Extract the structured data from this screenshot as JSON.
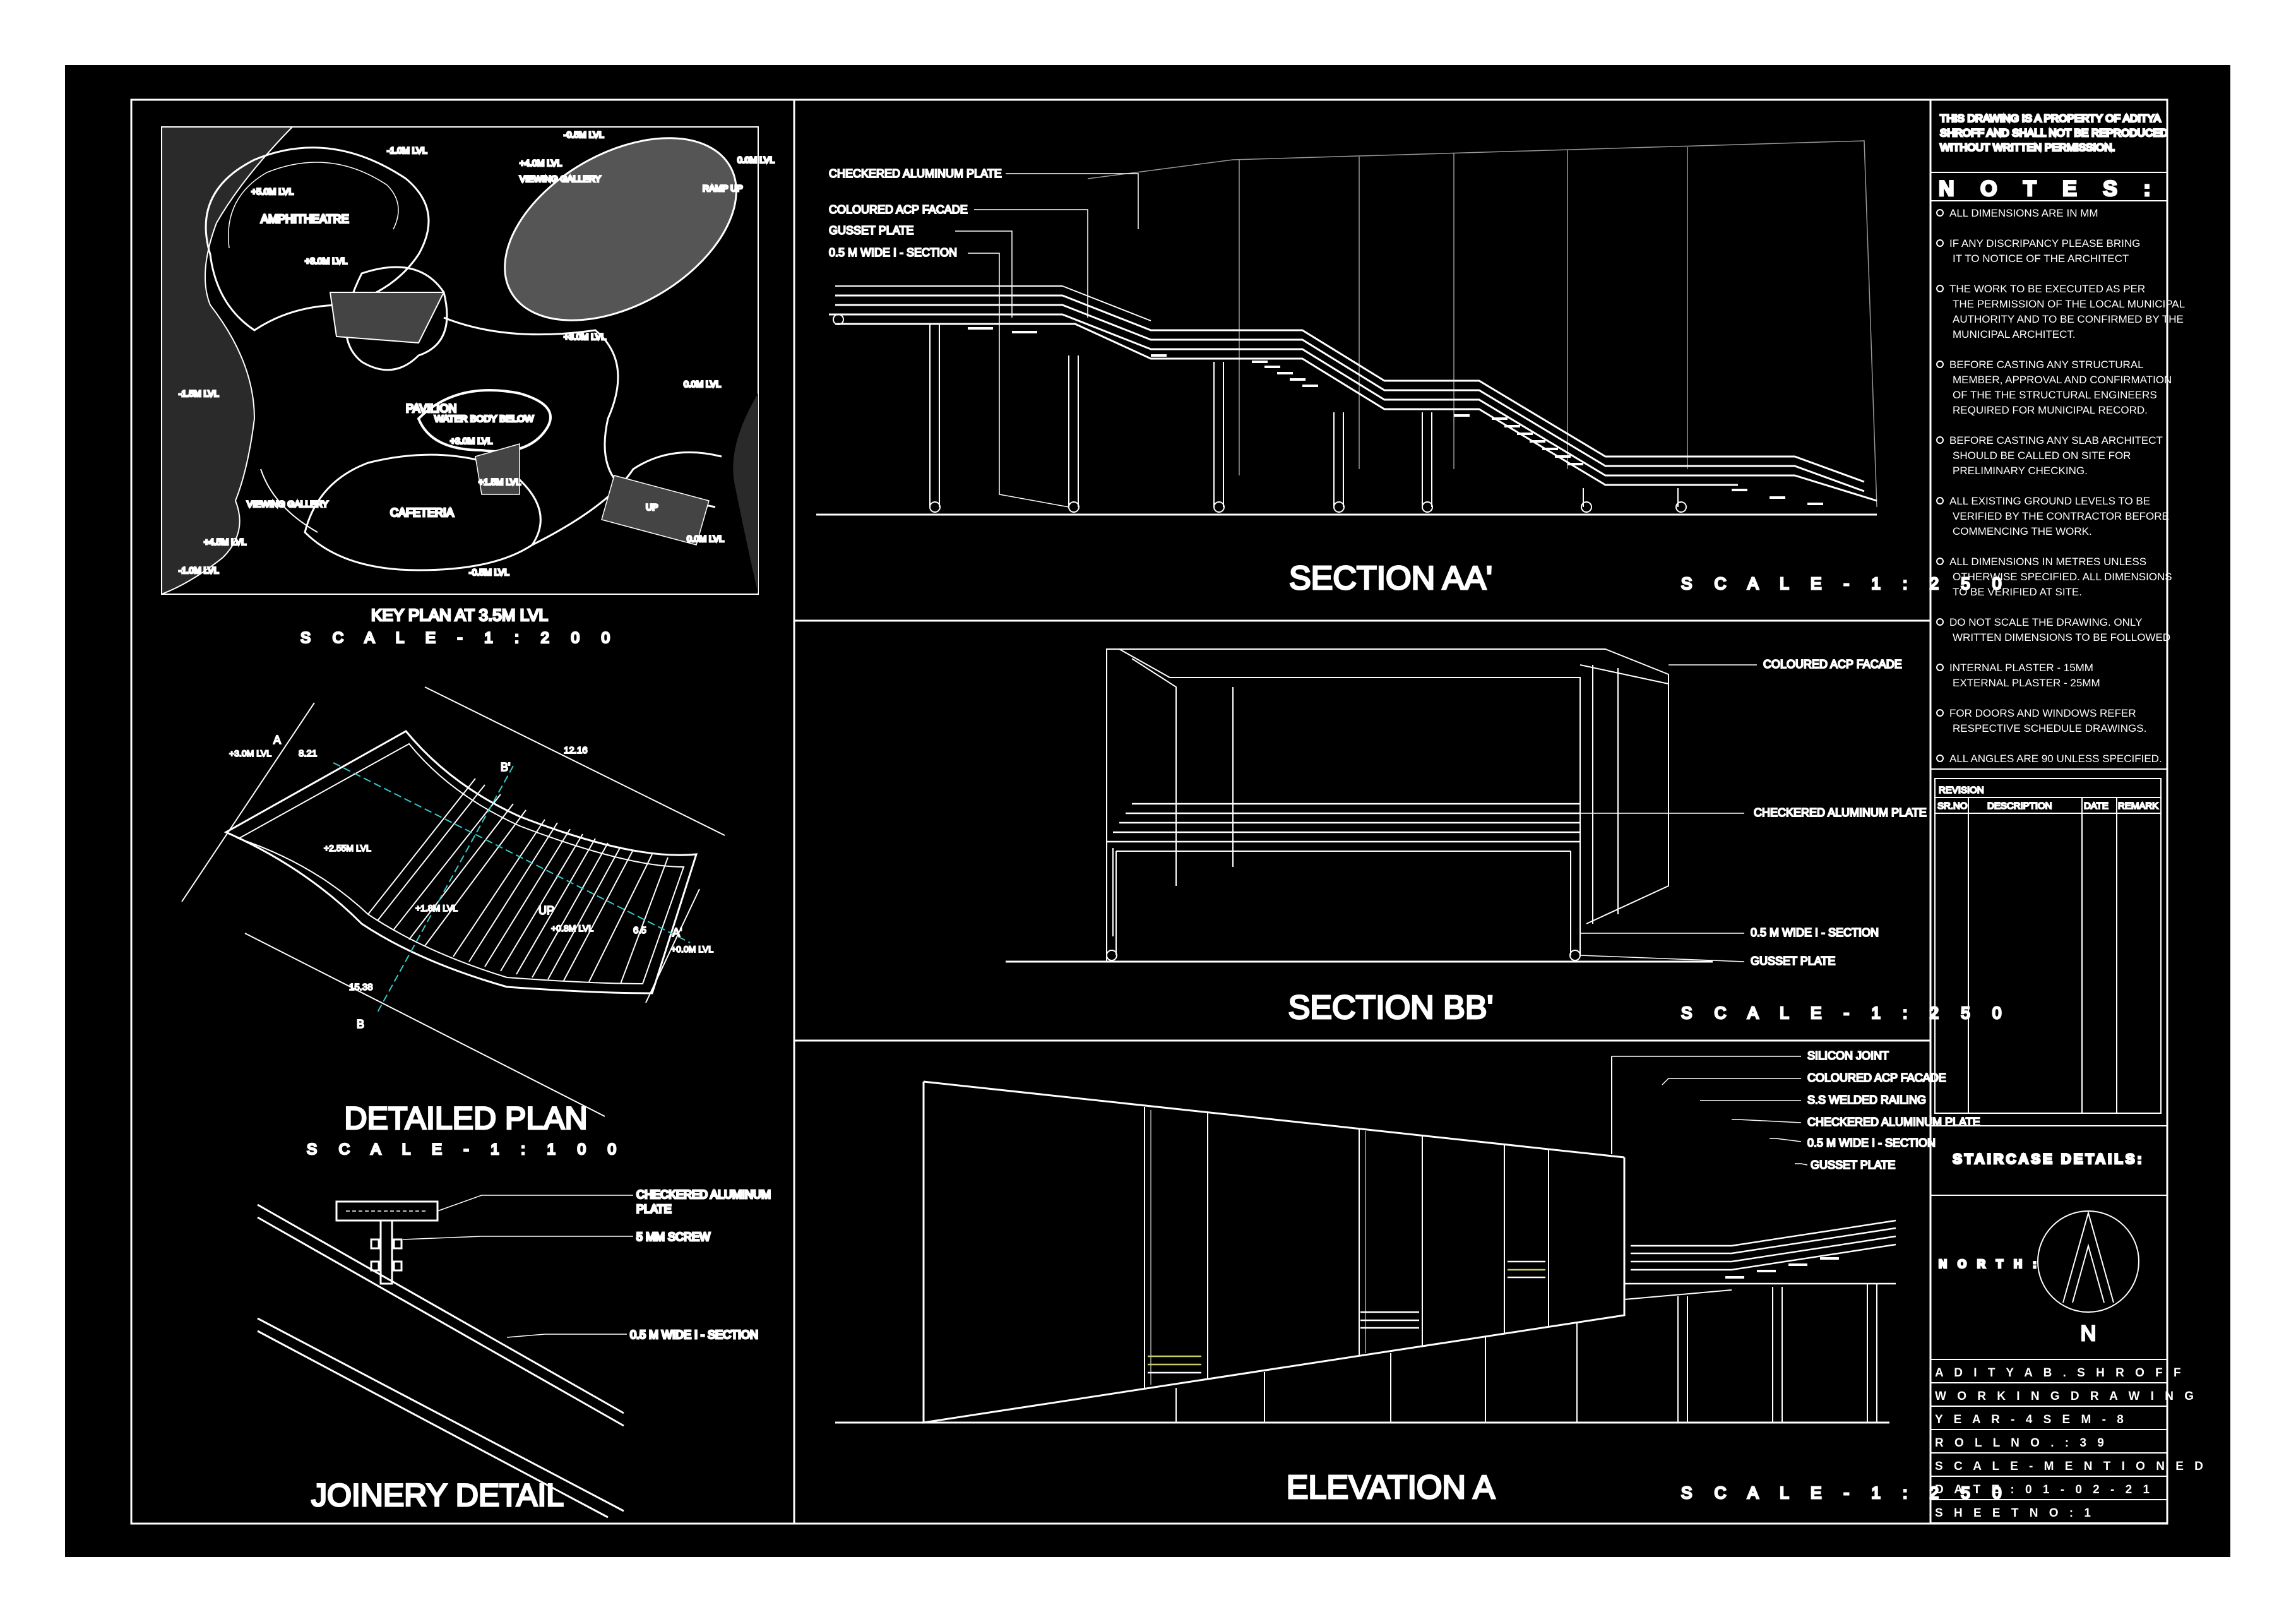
{
  "key_plan": {
    "title": "KEY PLAN AT 3.5M LVL",
    "scale": "S C A L E  -  1 : 2 0 0",
    "spaces": {
      "amphitheatre": "AMPHITHEATRE",
      "pavilion": "PAVILION",
      "cafeteria": "CAFETERIA",
      "water_body": "WATER BODY BELOW",
      "viewing_gallery_top": "VIEWING GALLERY",
      "viewing_gallery_left": "VIEWING GALLERY",
      "ramp": "RAMP UP",
      "up": "UP"
    },
    "levels": {
      "l1": "-1.0M LVL",
      "l2": "-0.5M LVL",
      "l3": "+4.0M LVL",
      "l4": "0.0M LVL",
      "l5": "+5.0M LVL",
      "l6": "+3.0M LVL",
      "l7": "+3.0M LVL",
      "l8": "-1.5M LVL",
      "l9": "0.0M LVL",
      "l10": "+3.0M LVL",
      "l11": "+1.5M LVL",
      "l12": "+4.5M LVL",
      "l13": "-1.0M LVL",
      "l14": "-0.5M LVL",
      "l15": "0.0M LVL"
    }
  },
  "detailed_plan": {
    "title": "DETAILED PLAN",
    "scale": "S C A L E  -  1 : 1 0 0",
    "levels": {
      "a": "+3.0M LVL",
      "b": "+2.55M LVL",
      "c": "+1.8M LVL",
      "d": "+0.8M LVL",
      "e": "+0.0M LVL"
    },
    "dims": {
      "d1": "8.21",
      "d2": "12.16",
      "d3": "15.38",
      "d4": "6.5"
    },
    "markers": {
      "a": "A",
      "a2": "A'",
      "b": "B",
      "b2": "B'"
    },
    "up": "UP"
  },
  "joinery": {
    "title": "JOINERY DETAIL",
    "labels": {
      "plate1": "CHECKERED ALUMINUM",
      "plate2": "PLATE",
      "screw": "5 MM SCREW",
      "isec": "0.5 M WIDE I - SECTION"
    }
  },
  "section_aa": {
    "title": "SECTION AA'",
    "scale": "S C A L E  -  1 : 2 5 0",
    "labels": {
      "l1": "CHECKERED ALUMINUM PLATE",
      "l2": "COLOURED ACP FACADE",
      "l3": "GUSSET PLATE",
      "l4": "0.5 M WIDE I - SECTION"
    }
  },
  "section_bb": {
    "title": "SECTION BB'",
    "scale": "S C A L E  -  1 : 2 5 0",
    "labels": {
      "l1": "COLOURED ACP FACADE",
      "l2": "CHECKERED ALUMINUM PLATE",
      "l3": "0.5 M WIDE I - SECTION",
      "l4": "GUSSET PLATE"
    }
  },
  "elevation_a": {
    "title": "ELEVATION A",
    "scale": "S C A L E  -  1 : 2 5 0",
    "labels": {
      "l1": "SILICON JOINT",
      "l2": "COLOURED ACP FACADE",
      "l3": "S.S WELDED RAILING",
      "l4": "CHECKERED ALUMINUM PLATE",
      "l5": "0.5 M WIDE I - SECTION",
      "l6": "GUSSET PLATE"
    }
  },
  "right_panel": {
    "property": [
      "THIS DRAWING IS A PROPERTY OF ADITYA",
      "SHROFF AND SHALL NOT BE REPRODUCED",
      "WITHOUT WRITTEN PERMISSION."
    ],
    "notes_title": "N O T E S  :",
    "notes": [
      [
        "ALL DIMENSIONS ARE IN MM"
      ],
      [
        "IF ANY DISCRIPANCY PLEASE BRING",
        "IT TO NOTICE OF THE ARCHITECT"
      ],
      [
        "THE WORK TO BE EXECUTED AS PER",
        "THE PERMISSION OF THE  LOCAL MUNICIPAL",
        "AUTHORITY AND TO BE CONFIRMED BY THE",
        "MUNICIPAL ARCHITECT."
      ],
      [
        "BEFORE CASTING ANY STRUCTURAL",
        "MEMBER, APPROVAL AND CONFIRMATION",
        "OF THE THE STRUCTURAL ENGINEERS",
        "REQUIRED FOR MUNICIPAL RECORD."
      ],
      [
        "BEFORE CASTING ANY SLAB ARCHITECT",
        "SHOULD BE CALLED ON SITE FOR",
        "PRELIMINARY CHECKING."
      ],
      [
        "ALL EXISTING GROUND LEVELS TO BE",
        "VERIFIED BY THE CONTRACTOR BEFORE",
        "COMMENCING THE WORK."
      ],
      [
        "ALL DIMENSIONS IN METRES UNLESS",
        "OTHERWISE SPECIFIED. ALL DIMENSIONS",
        "TO BE VERIFIED AT SITE."
      ],
      [
        "DO NOT SCALE THE DRAWING. ONLY",
        "WRITTEN DIMENSIONS TO BE FOLLOWED"
      ],
      [
        "INTERNAL PLASTER - 15MM",
        "EXTERNAL PLASTER - 25MM"
      ],
      [
        "FOR DOORS AND WINDOWS REFER",
        "RESPECTIVE SCHEDULE DRAWINGS."
      ],
      [
        "ALL ANGLES ARE 90 UNLESS SPECIFIED."
      ]
    ],
    "revision": {
      "title": "REVISION",
      "cols": [
        "SR.NO",
        "DESCRIPTION",
        "DATE",
        "REMARK"
      ]
    },
    "sheet_title": "STAIRCASE DETAILS:",
    "north_label": "N O R T H :",
    "north_letter": "N",
    "title_block": [
      "A D I T Y A   B .  S H R O F F",
      "W O R K I N G   D R A W I N G",
      "Y E A R  -  4       S E M  -  8",
      "R O L L   N O . :  3 9",
      "S C A L E  -  M E N T I O N E D",
      "D A T E : 0 1 - 0 2 - 2 1",
      "S H E E T  N O : 1"
    ]
  }
}
